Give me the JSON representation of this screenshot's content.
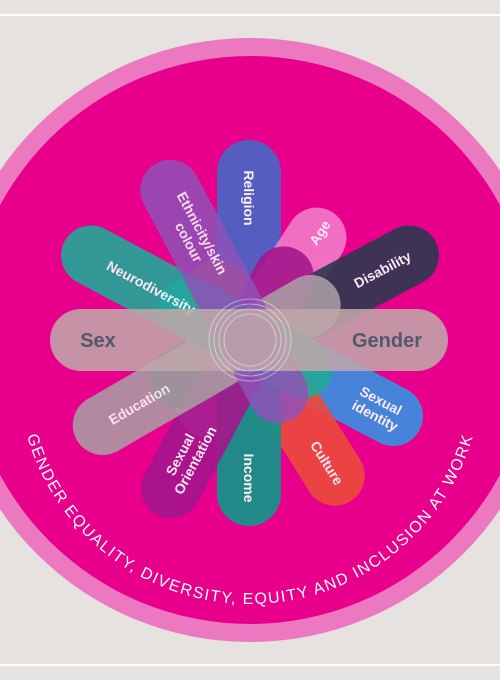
{
  "ring_text": "GENDER EQUALITY, DIVERSITY, EQUITY AND INCLUSION AT WORK",
  "band": {
    "left": "Sex",
    "right": "Gender"
  },
  "petals": {
    "religion": {
      "label": "Religion",
      "color": "#4a66c4"
    },
    "age": {
      "label": "Age",
      "color": "#f27cc8"
    },
    "disability": {
      "label": "Disability",
      "color": "#2c3850"
    },
    "sexual_identity": {
      "lines": [
        "Sexual",
        "identity"
      ],
      "color": "#3a8fe0"
    },
    "culture": {
      "label": "Culture",
      "color": "#ec4a3c"
    },
    "income": {
      "label": "Income",
      "color": "#129488"
    },
    "sexual_orientation": {
      "lines": [
        "Sexual",
        "Orientation"
      ],
      "color": "#a4168c"
    },
    "education": {
      "label": "Education",
      "color": "#aa9ea4"
    },
    "neurodiversity": {
      "label": "Neurodiversity",
      "color": "#20a898"
    },
    "ethnicity": {
      "lines": [
        "Ethnicity/skin",
        "colour"
      ],
      "color": "#8e52b8"
    }
  },
  "colors": {
    "background": "#e6e2e0",
    "ring_outer": "#ec78c0",
    "ring_inner": "#e8008c",
    "band": "#bfa6aa"
  }
}
